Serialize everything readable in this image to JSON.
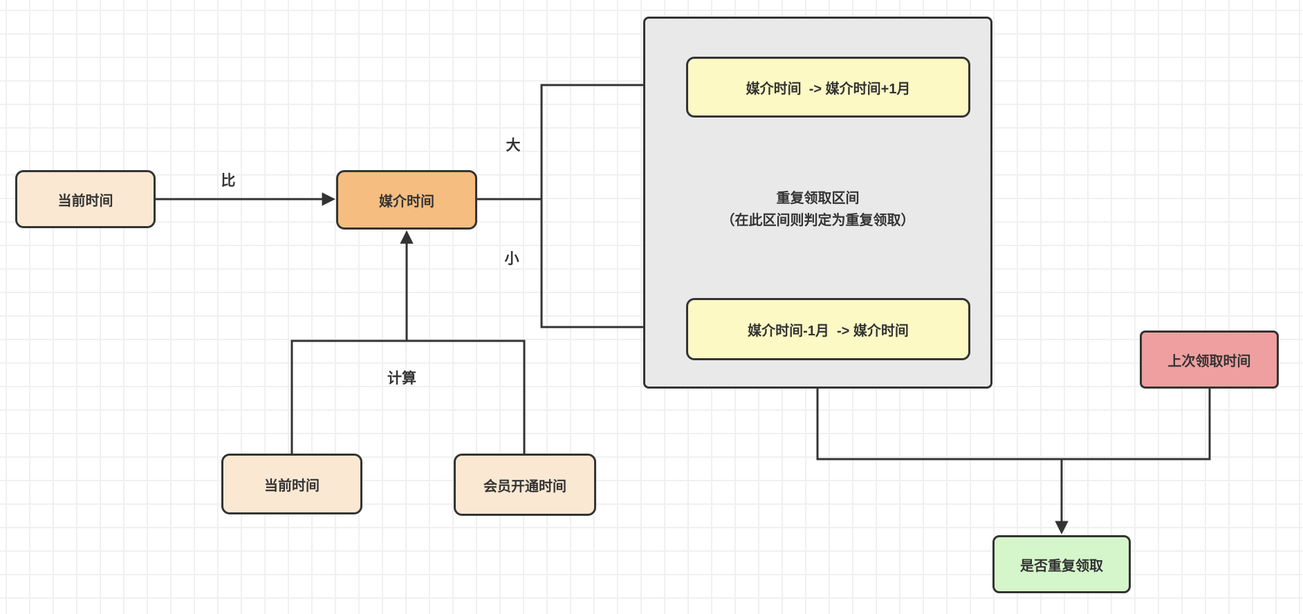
{
  "nodes": {
    "current_time_left": {
      "label": "当前时间"
    },
    "medium_time": {
      "label": "媒介时间"
    },
    "repeat_interval_container": {
      "title_line1": "重复领取区间",
      "title_line2": "（在此区间则判定为重复领取）"
    },
    "interval_upper": {
      "label": "媒介时间  -> 媒介时间+1月"
    },
    "interval_lower": {
      "label": "媒介时间-1月  -> 媒介时间"
    },
    "current_time_bottom": {
      "label": "当前时间"
    },
    "member_open_time": {
      "label": "会员开通时间"
    },
    "last_claim_time": {
      "label": "上次领取时间"
    },
    "is_repeat_claim": {
      "label": "是否重复领取"
    }
  },
  "edge_labels": {
    "compare": "比",
    "greater": "大",
    "less": "小",
    "calculate": "计算"
  },
  "colors": {
    "node_peach": "#FAE8D3",
    "node_orange": "#F5BD7F",
    "node_yellow": "#FCF9C5",
    "container_gray": "#E9E9E9",
    "node_red": "#EF9F9F",
    "node_green": "#D5F6CB",
    "stroke": "#333333",
    "grid_line": "#F0F0F0",
    "canvas_bg": "#FFFFFF"
  }
}
